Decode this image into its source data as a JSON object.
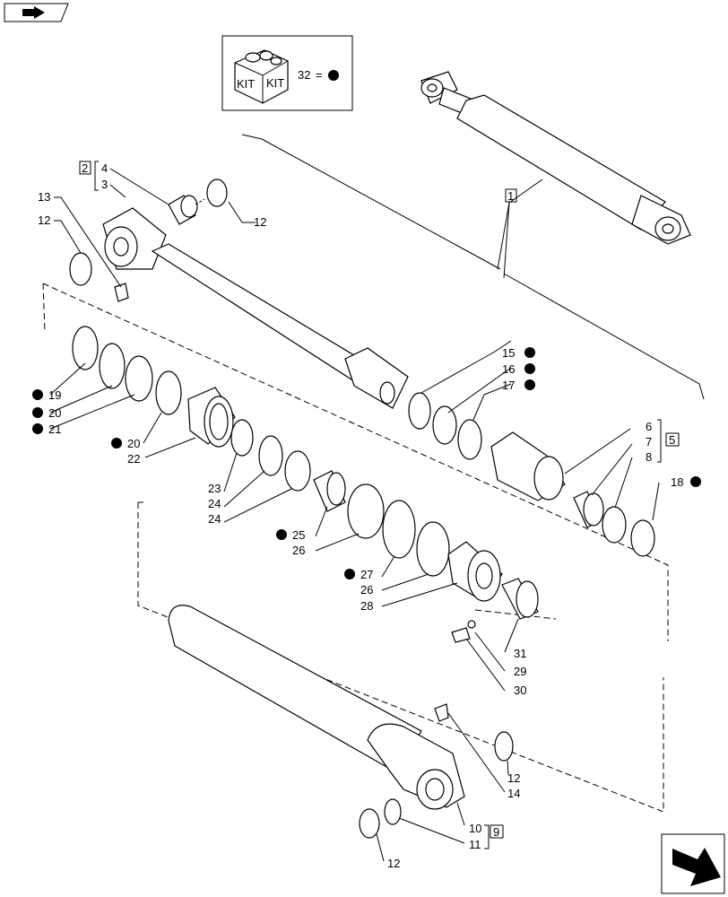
{
  "kit_box": {
    "kit_text_1": "KIT",
    "kit_text_2": "KIT",
    "kit_ref": "32",
    "kit_eq": "="
  },
  "groups": {
    "g1": "1",
    "g2": "2",
    "g5": "5",
    "g9": "9"
  },
  "labels": {
    "l13": "13",
    "l12a": "12",
    "l4": "4",
    "l3": "3",
    "l12b": "12",
    "l19": "19",
    "l20a": "20",
    "l21": "21",
    "l20b": "20",
    "l22": "22",
    "l23": "23",
    "l24a": "24",
    "l24b": "24",
    "l25": "25",
    "l26a": "26",
    "l27": "27",
    "l26b": "26",
    "l28": "28",
    "l15": "15",
    "l16": "16",
    "l17": "17",
    "l6": "6",
    "l7": "7",
    "l8": "8",
    "l18": "18",
    "l31": "31",
    "l29": "29",
    "l30": "30",
    "l12c": "12",
    "l14": "14",
    "l10": "10",
    "l11": "11",
    "l12d": "12"
  }
}
